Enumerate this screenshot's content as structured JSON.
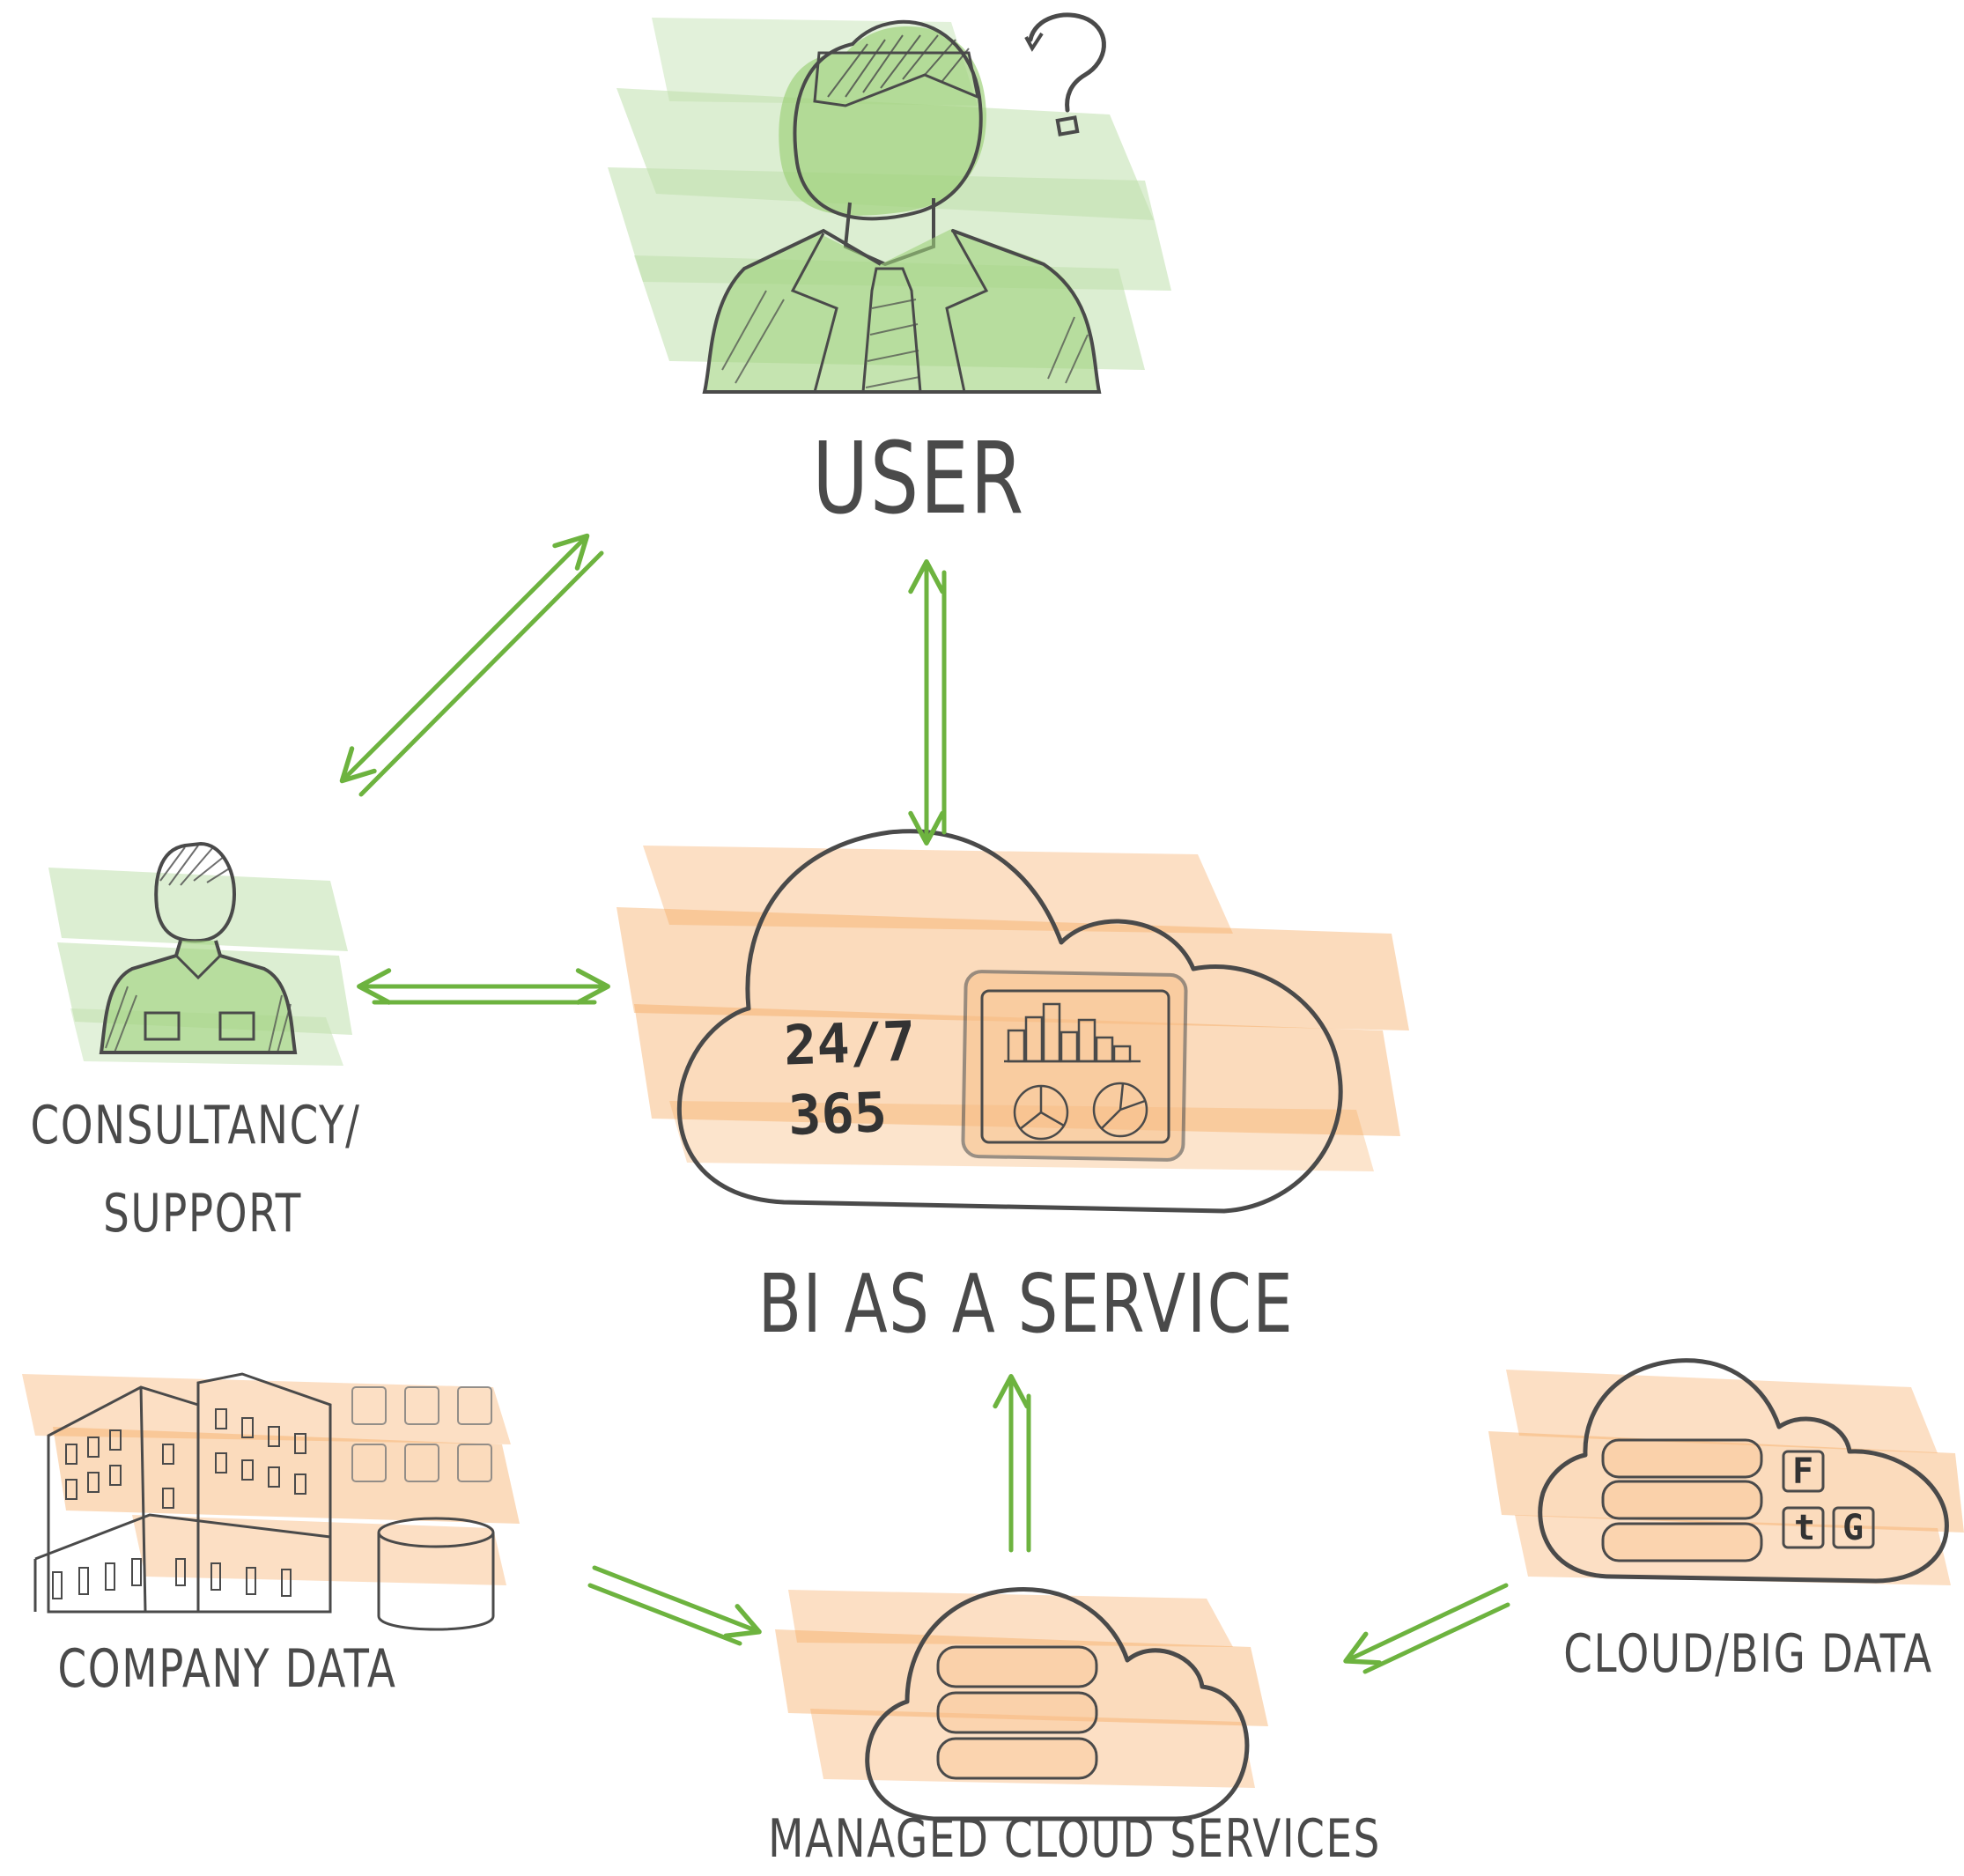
{
  "colors": {
    "accent_green": "#6db33f",
    "highlight_green": "#8cc66a",
    "highlight_orange": "#f5a457",
    "ink": "#4a4a4a"
  },
  "nodes": {
    "user": {
      "label": "USER",
      "icon": "business-man-icon"
    },
    "consultancy": {
      "label_line1": "CONSULTANCY/",
      "label_line2": "SUPPORT",
      "icon": "support-person-icon"
    },
    "bi_service": {
      "label": "BI AS A SERVICE",
      "icon": "cloud-dashboard-icon",
      "line1": "24/7",
      "line2": "365"
    },
    "company_data": {
      "label": "COMPANY DATA",
      "icon": "office-building-icon"
    },
    "managed_cloud": {
      "label": "MANAGED CLOUD SERVICES",
      "icon": "cloud-database-icon"
    },
    "cloud_big_data": {
      "label": "CLOUD/BIG DATA",
      "icon": "cloud-social-data-icon",
      "badge_f": "F",
      "badge_t": "t",
      "badge_g": "G"
    }
  },
  "connections": [
    {
      "from": "consultancy",
      "to": "user",
      "direction": "both"
    },
    {
      "from": "bi_service",
      "to": "user",
      "direction": "both"
    },
    {
      "from": "consultancy",
      "to": "bi_service",
      "direction": "both"
    },
    {
      "from": "managed_cloud",
      "to": "bi_service",
      "direction": "one-way"
    },
    {
      "from": "company_data",
      "to": "managed_cloud",
      "direction": "one-way"
    },
    {
      "from": "cloud_big_data",
      "to": "managed_cloud",
      "direction": "one-way"
    }
  ]
}
